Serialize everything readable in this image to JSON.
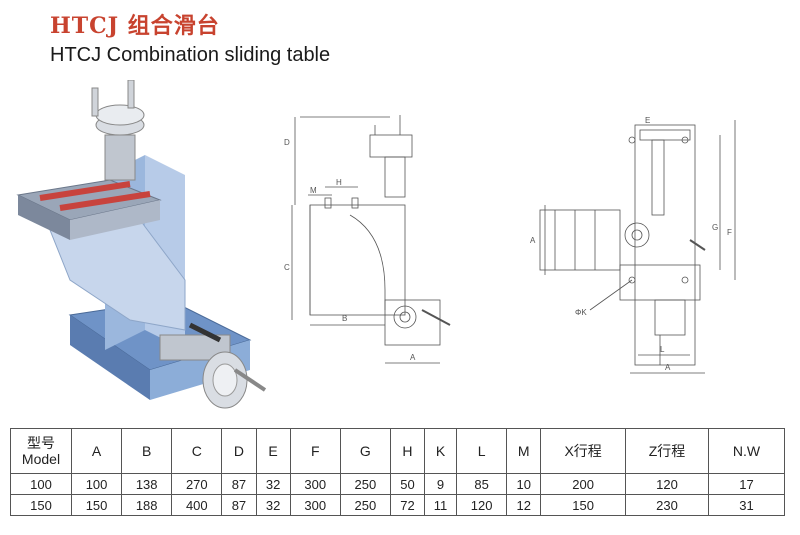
{
  "header": {
    "title_cn": "HTCJ 组合滑台",
    "title_en": "HTCJ  Combination sliding table"
  },
  "drawings": {
    "side_view": {
      "labels": {
        "D": "D",
        "M": "M",
        "H": "H",
        "C": "C",
        "B": "B",
        "A": "A"
      }
    },
    "top_view": {
      "labels": {
        "A": "A",
        "G": "G",
        "F": "F",
        "E": "E",
        "L": "L",
        "K": "ΦK",
        "A2": "A"
      }
    }
  },
  "table": {
    "header_model_line1": "型号",
    "header_model_line2": "Model",
    "headers": [
      "A",
      "B",
      "C",
      "D",
      "E",
      "F",
      "G",
      "H",
      "K",
      "L",
      "M",
      "X行程",
      "Z行程",
      "N.W"
    ],
    "rows": [
      [
        "100",
        "100",
        "138",
        "270",
        "87",
        "32",
        "300",
        "250",
        "50",
        "9",
        "85",
        "10",
        "200",
        "120",
        "17"
      ],
      [
        "150",
        "150",
        "188",
        "400",
        "87",
        "32",
        "300",
        "250",
        "72",
        "11",
        "120",
        "12",
        "150",
        "230",
        "31"
      ]
    ]
  },
  "colors": {
    "title_red": "#c8432f",
    "base_blue": "#7a9fd0",
    "table_red": "#c8433d"
  }
}
